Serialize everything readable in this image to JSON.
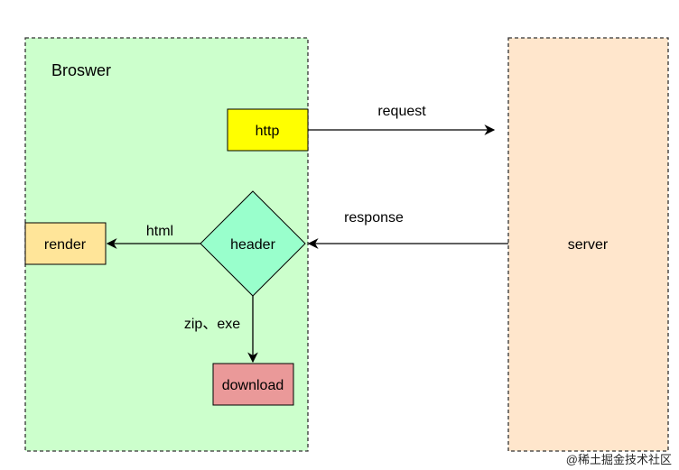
{
  "browser": {
    "title": "Broswer",
    "fill": "#ccffcc"
  },
  "server": {
    "label": "server",
    "fill": "#ffe6cc"
  },
  "nodes": {
    "http": {
      "label": "http",
      "fill": "#ffff00"
    },
    "header": {
      "label": "header",
      "fill": "#99ffcc"
    },
    "render": {
      "label": "render",
      "fill": "#ffe599"
    },
    "download": {
      "label": "download",
      "fill": "#ea9999"
    }
  },
  "edges": {
    "request": "request",
    "response": "response",
    "html": "html",
    "zip_exe": "zip、exe"
  },
  "watermark": "@稀土掘金技术社区"
}
